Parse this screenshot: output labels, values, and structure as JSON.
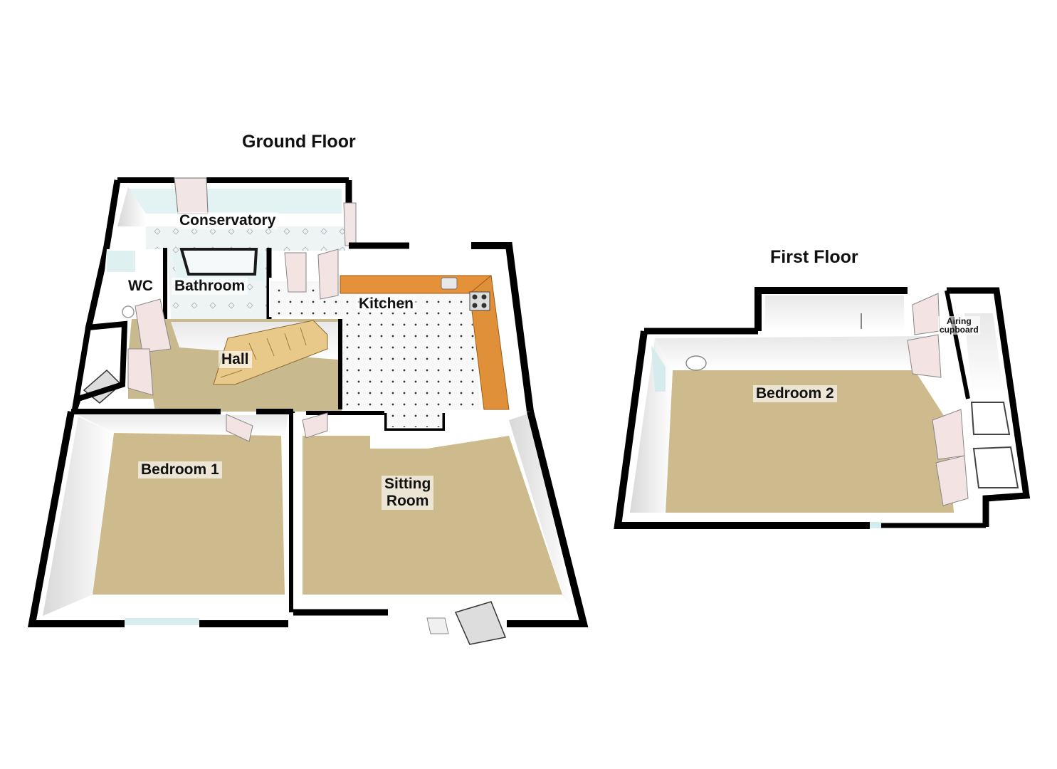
{
  "floors": {
    "ground": {
      "title": "Ground Floor",
      "rooms": {
        "conservatory": "Conservatory",
        "wc": "WC",
        "bathroom": "Bathroom",
        "kitchen": "Kitchen",
        "hall": "Hall",
        "bedroom1": "Bedroom 1",
        "sitting_line1": "Sitting",
        "sitting_line2": "Room"
      }
    },
    "first": {
      "title": "First Floor",
      "rooms": {
        "bedroom2": "Bedroom 2",
        "airing_line1": "Airing",
        "airing_line2": "cupboard"
      }
    }
  },
  "colors": {
    "wall": "#000000",
    "wall_face": "#f4f4f4",
    "carpet": "#cdbb8e",
    "tile": "#f5f5f5",
    "worktop": "#e0902f",
    "glass": "#d4ecec",
    "door": "#f3e3e3"
  }
}
